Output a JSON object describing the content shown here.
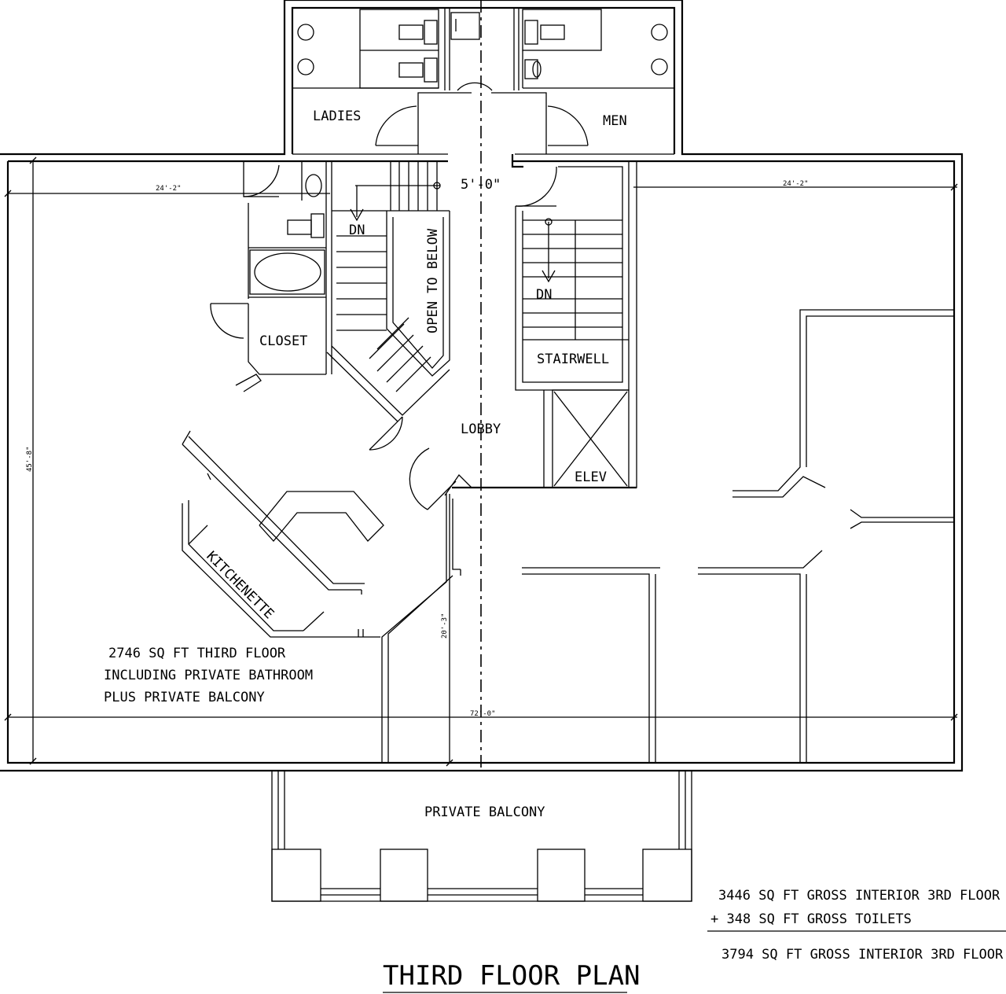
{
  "rooms": {
    "ladies": "LADIES",
    "men": "MEN",
    "closet": "CLOSET",
    "open_to_below": "OPEN TO BELOW",
    "stairwell": "STAIRWELL",
    "lobby": "LOBBY",
    "elev": "ELEV",
    "kitchenette": "KITCHENETTE",
    "private_balcony": "PRIVATE BALCONY",
    "dn_left": "DN",
    "dn_right": "DN"
  },
  "dimensions": {
    "corridor_width": "5'-0\"",
    "left_width": "24'-2\"",
    "right_width": "24'-2\"",
    "overall_depth": "45'-8\"",
    "balcony_depth": "20'-3\"",
    "overall_width": "72'-0\""
  },
  "notes": {
    "line1": "2746 SQ FT THIRD FLOOR",
    "line2": "INCLUDING PRIVATE BATHROOM",
    "line3": "PLUS PRIVATE BALCONY"
  },
  "area_summary": {
    "line1": "3446 SQ FT GROSS INTERIOR 3RD FLOOR",
    "line2": "+ 348 SQ FT GROSS TOILETS",
    "line3": "3794 SQ FT GROSS INTERIOR 3RD FLOOR"
  },
  "title": "THIRD FLOOR PLAN"
}
